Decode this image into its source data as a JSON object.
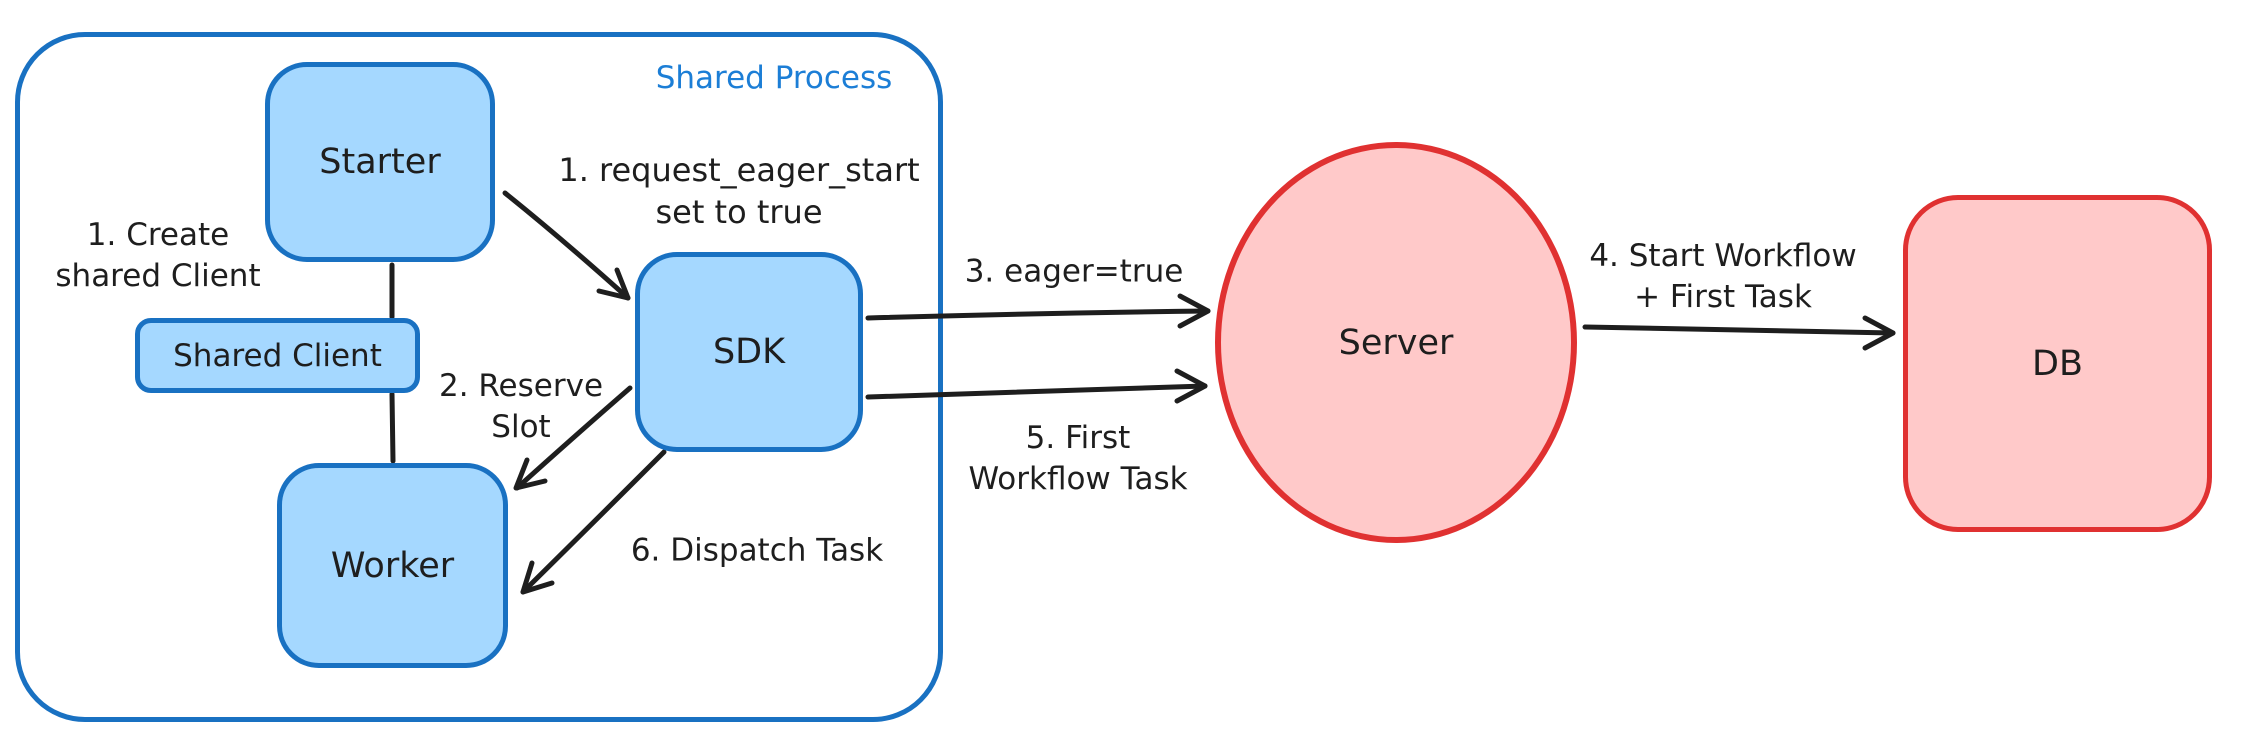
{
  "diagram": {
    "container": {
      "label": "Shared Process"
    },
    "nodes": {
      "starter": {
        "label": "Starter"
      },
      "shared_client": {
        "label": "Shared Client"
      },
      "worker": {
        "label": "Worker"
      },
      "sdk": {
        "label": "SDK"
      },
      "server": {
        "label": "Server"
      },
      "db": {
        "label": "DB"
      }
    },
    "annotations": {
      "create_shared_client": {
        "line1": "1. Create",
        "line2": "shared Client"
      },
      "request_eager_start": {
        "line1": "1. request_eager_start",
        "line2": "set to true"
      },
      "reserve_slot": {
        "line1": "2. Reserve",
        "line2": "Slot"
      },
      "eager_true": {
        "line1": "3. eager=true"
      },
      "start_workflow": {
        "line1": "4. Start Workflow",
        "line2": "+ First Task"
      },
      "first_workflow_task": {
        "line1": "5. First",
        "line2": "Workflow Task"
      },
      "dispatch_task": {
        "line1": "6. Dispatch Task"
      }
    },
    "colors": {
      "blue_stroke": "#1971c2",
      "blue_fill": "#a5d8ff",
      "blue_label": "#1c7ed6",
      "red_stroke": "#e03131",
      "red_fill": "#ffc9c9",
      "ink": "#1e1e1e",
      "background": "#ffffff"
    }
  }
}
